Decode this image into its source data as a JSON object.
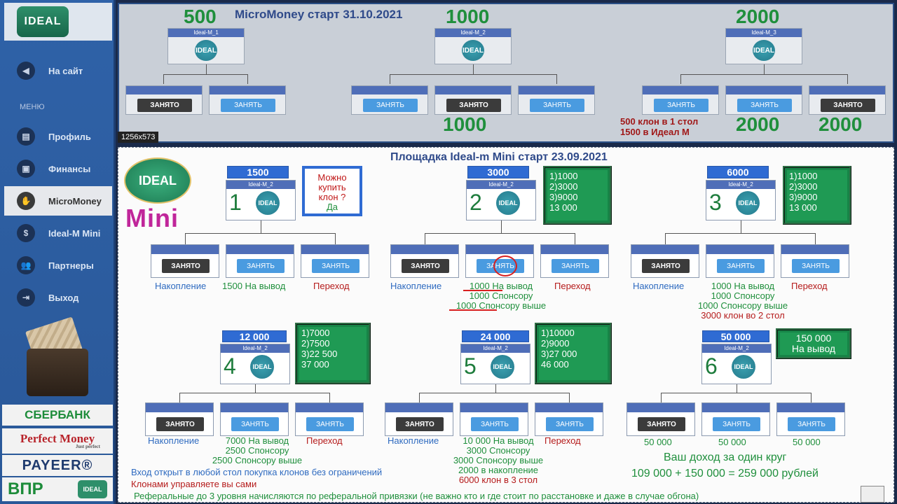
{
  "sidebar": {
    "logo": "IDEAL",
    "to_site": "На сайт",
    "menu_label": "МЕНЮ",
    "items": [
      "Профиль",
      "Финансы",
      "MicroMoney",
      "Ideal-M Mini",
      "Партнеры",
      "Выход"
    ],
    "active": "MicroMoney",
    "pay": {
      "sber": "СБЕРБАНК",
      "pm": "Perfect Money",
      "pm_sub": "Just perfect",
      "payeer": "PAYEER®",
      "vpr": "ВПР",
      "ideal": "IDEAL"
    }
  },
  "top": {
    "title": "MicroMoney старт 31.10.2021",
    "tables": [
      {
        "price": "500",
        "account": "Ideal-M_1",
        "slots": [
          {
            "label": "ЗАНЯТО",
            "state": "busy"
          },
          {
            "label": "ЗАНЯТЬ",
            "state": "take"
          }
        ]
      },
      {
        "price": "1000",
        "account": "Ideal-M_2",
        "slots": [
          {
            "label": "ЗАНЯТЬ",
            "state": "take"
          },
          {
            "label": "ЗАНЯТО",
            "state": "busy"
          },
          {
            "label": "ЗАНЯТЬ",
            "state": "take"
          }
        ],
        "below": "1000"
      },
      {
        "price": "2000",
        "account": "Ideal-M_3",
        "slots": [
          {
            "label": "ЗАНЯТЬ",
            "state": "take"
          },
          {
            "label": "ЗАНЯТЬ",
            "state": "take"
          },
          {
            "label": "ЗАНЯТО",
            "state": "busy"
          }
        ],
        "below": [
          "2000",
          "2000"
        ]
      }
    ],
    "note1": "500 клон в 1 стол",
    "note2": "1500 в Идеал М",
    "dims": "1256x573"
  },
  "main": {
    "title": "Площадка Ideal-m Mini старт 23.09.2021",
    "logo_text": "IDEAL",
    "mini": "Mini",
    "account": "Ideal-M_2",
    "logo_small": "IDEAL",
    "clone_q1": "Можно",
    "clone_q2": "купить",
    "clone_q3": "клон ?",
    "clone_a": "Да",
    "busy": "ЗАНЯТО",
    "take": "ЗАНЯТЬ",
    "tables": [
      {
        "n": "1",
        "price": "1500",
        "left": "Накопление",
        "mid": [
          "1500 На вывод"
        ],
        "right": "Переход"
      },
      {
        "n": "2",
        "price": "3000",
        "box": [
          "1)1000",
          "2)3000",
          "3)9000",
          "13 000"
        ],
        "left": "Накопление",
        "mid": [
          "1000 На вывод",
          "1000 Спонсору",
          "1000 Спонсору выше"
        ],
        "right": "Переход"
      },
      {
        "n": "3",
        "price": "6000",
        "box": [
          "1)1000",
          "2)3000",
          "3)9000",
          "13 000"
        ],
        "left": "Накопление",
        "mid": [
          "1000 На вывод",
          "1000 Спонсору",
          "1000 Спонсору выше",
          "3000 клон во 2 стол"
        ],
        "right": "Переход"
      },
      {
        "n": "4",
        "price": "12 000",
        "box": [
          "1)7000",
          "2)7500",
          "3)22 500",
          "37 000"
        ],
        "left": "Накопление",
        "mid": [
          "7000 На вывод",
          "2500 Спонсору",
          "2500 Спонсору выше"
        ],
        "right": "Переход"
      },
      {
        "n": "5",
        "price": "24 000",
        "box": [
          "1)10000",
          "2)9000",
          "3)27 000",
          "46 000"
        ],
        "left": "Накопление",
        "mid": [
          "10 000 На вывод",
          "3000 Спонсору",
          "3000 Спонсору выше",
          "2000 в накопление",
          "6000 клон в 3 стол"
        ],
        "right": "Переход"
      },
      {
        "n": "6",
        "price": "50 000",
        "box": [
          "150 000",
          "На вывод"
        ],
        "left": "50 000",
        "mid": [
          "50 000"
        ],
        "right": "50 000"
      }
    ],
    "footer1": "Вход открыт в любой стол покупка клонов без ограничений",
    "footer2": "Клонами управляете вы сами",
    "footer3": "Реферальные до 3 уровня начисляются по реферальной привязки (не важно кто и где стоит по расстановке и даже в случае обгона)",
    "income_title": "Ваш доход за один круг",
    "income_calc": "109 000  + 150 000 = 259 000 рублей"
  },
  "colors": {
    "sidebar": "#2f62a8",
    "green": "#1f8f3c",
    "accent_blue": "#2f6bd3",
    "red": "#b51b1b"
  }
}
